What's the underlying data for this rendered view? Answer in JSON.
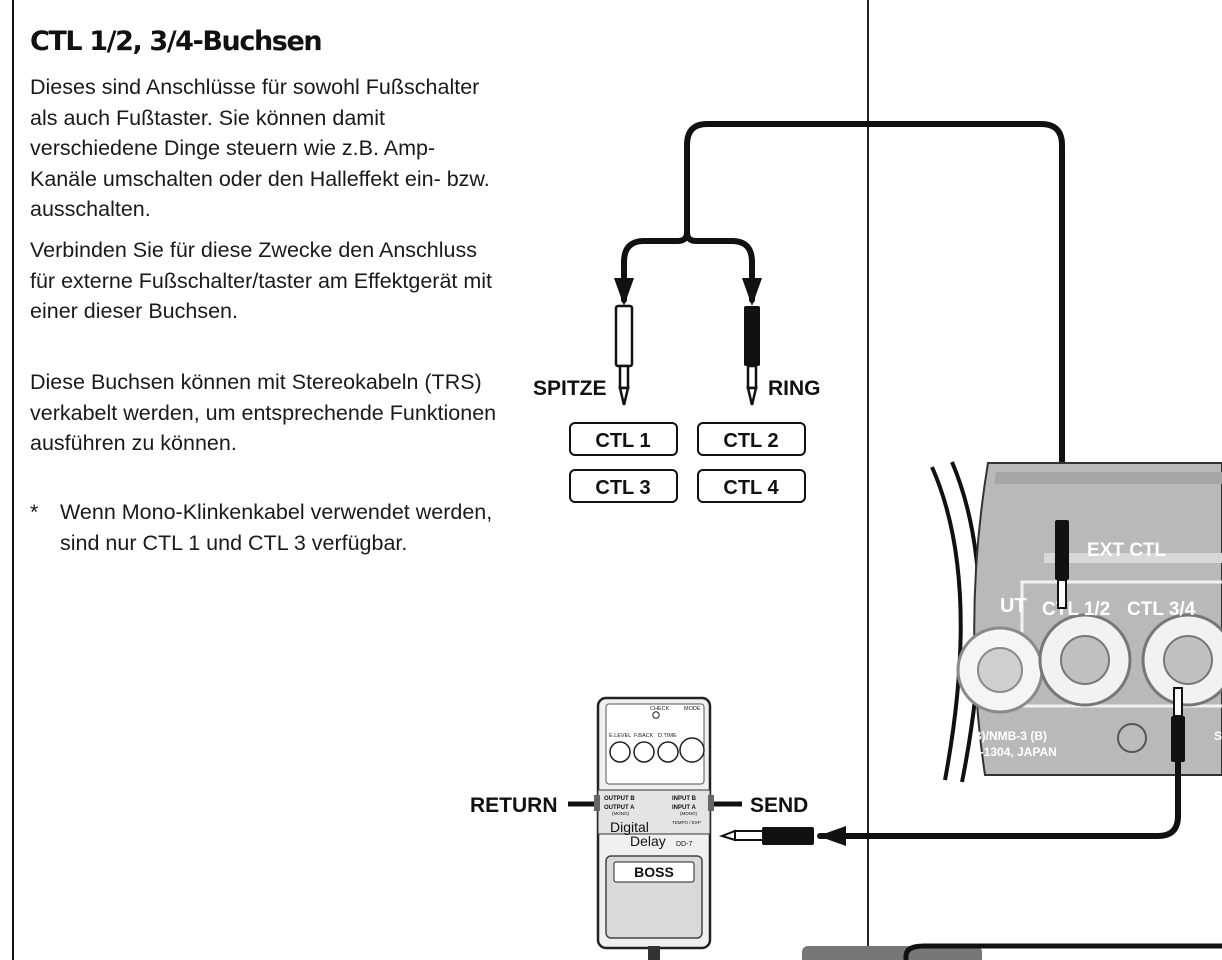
{
  "heading": "CTL 1/2, 3/4-Buchsen",
  "para1": "Dieses sind Anschlüsse für sowohl Fußschalter als auch Fußtaster. Sie können damit verschiedene Dinge steuern wie z.B. Amp-Kanäle umschalten oder den Halleffekt ein- bzw. ausschalten.",
  "para2": "Verbinden Sie für diese Zwecke den Anschluss für externe Fußschalter/taster am Effektgerät mit einer dieser Buchsen.",
  "para3": "Diese Buchsen können mit Stereokabeln (TRS) verkabelt werden, um entsprechende Funktionen ausführen zu können.",
  "note": {
    "marker": "*",
    "text": "Wenn Mono-Klinkenkabel verwendet werden, sind nur CTL 1 und CTL 3 verfügbar."
  },
  "diagram": {
    "tip_label": "SPITZE",
    "ring_label": "RING",
    "ctl_boxes": [
      "CTL 1",
      "CTL 2",
      "CTL 3",
      "CTL 4"
    ],
    "device": {
      "ext_ctl": "EXT CTL",
      "jack1": "CTL 1/2",
      "jack2": "CTL 3/4",
      "label_partial": "UT",
      "model_line1": "B)/NMB-3 (B)",
      "model_line2": "1-1304, JAPAN",
      "side_letter": "S"
    },
    "pedal": {
      "return_label": "RETURN",
      "send_label": "SEND",
      "check": "CHECK",
      "mode": "MODE",
      "knobs": [
        "E.LEVEL",
        "F.BACK",
        "D.TIME"
      ],
      "output_b": "OUTPUT B",
      "output_a": "OUTPUT A",
      "input_b": "INPUT B",
      "input_a": "INPUT A",
      "mono_left": "(MONO)",
      "mono_right": "(MONO)",
      "tempo": "TEMPO / EXP",
      "name1": "Digital",
      "name2": "Delay",
      "model": "DD-7",
      "brand": "BOSS"
    }
  }
}
